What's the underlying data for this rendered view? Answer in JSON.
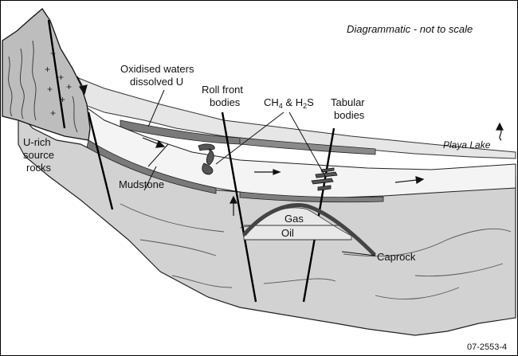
{
  "figure": {
    "id": "07-2553-4",
    "note": "Diagrammatic - not to scale"
  },
  "labels": {
    "oxidised_line1": "Oxidised waters",
    "oxidised_line2": "dissolved U",
    "roll_front_line1": "Roll front",
    "roll_front_line2": "bodies",
    "ch4_base": "CH",
    "ch4_sub": "4",
    "amp": " & H",
    "h2s_sub": "2",
    "h2s_end": "S",
    "tabular_line1": "Tabular",
    "tabular_line2": "bodies",
    "playa_lake": "Playa Lake",
    "u_rich_line1": "U-rich",
    "u_rich_line2": "source",
    "u_rich_line3": "rocks",
    "mudstone": "Mudstone",
    "gas": "Gas",
    "oil": "Oil",
    "caprock": "Caprock"
  },
  "colors": {
    "basement": "#d2d2d2",
    "aquifer": "#f4f4f4",
    "upper_strata": "#e4e4e4",
    "mudstone_band": "#7a7a7a",
    "source_rock": "#bdbdbd",
    "fault": "#000000"
  }
}
